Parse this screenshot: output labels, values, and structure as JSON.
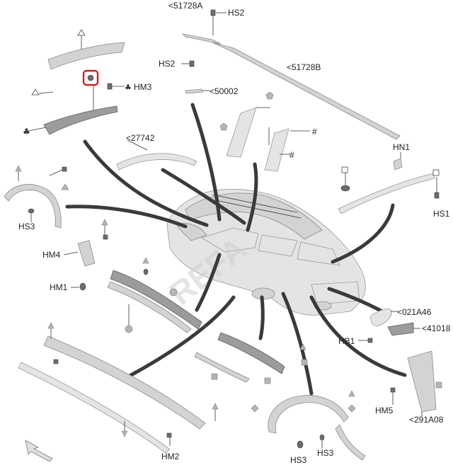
{
  "labels": {
    "l_51728a": "<51728A",
    "hs2_top": "HS2",
    "hs2_mid": "HS2",
    "l_51728b": "<51728B",
    "l_50002": "<50002",
    "hm3": "HM3",
    "l_27742": "<27742",
    "hash_1": "#",
    "hash_2": "#",
    "hn1": "HN1",
    "hs1": "HS1",
    "hs3_left": "HS3",
    "hm4": "HM4",
    "hm1": "HM1",
    "l_021a46": "<021A46",
    "l_41018": "<41018",
    "hb1": "HB1",
    "hm5": "HM5",
    "l_291a08": "<291A08",
    "hm2": "HM2",
    "hs3_bottom_left": "HS3",
    "hs3_bottom_right": "HS3"
  },
  "watermark": "REFA",
  "colors": {
    "highlight": "#d81e1e",
    "arrow": "#3a3a3a",
    "part": "#d3d3d3"
  }
}
